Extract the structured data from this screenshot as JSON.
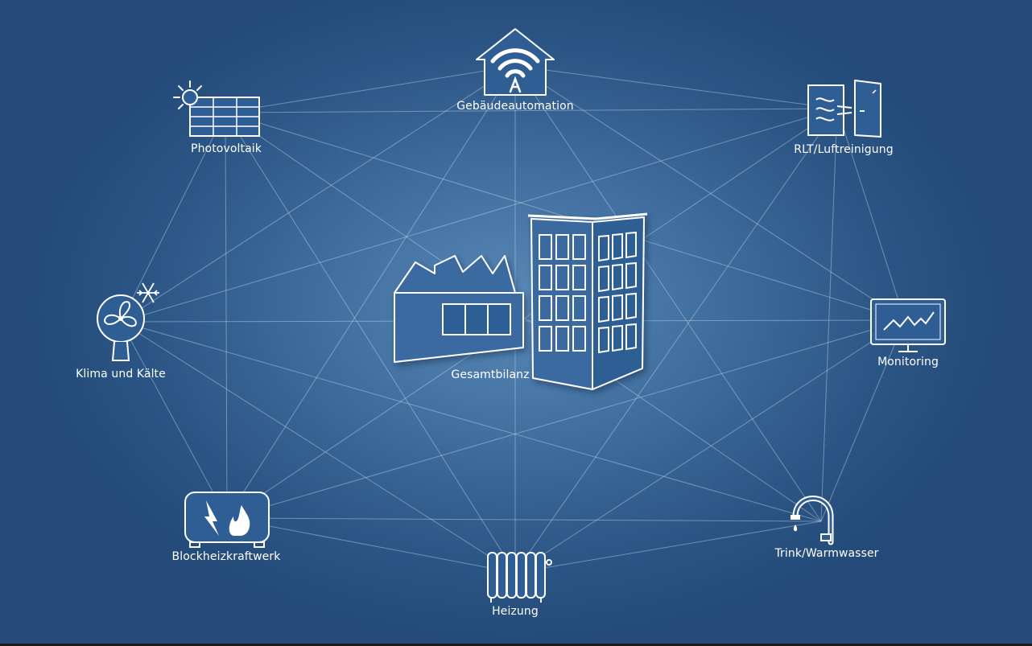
{
  "diagram": {
    "center_label": "Gesamtbilanz",
    "nodes": [
      {
        "id": "gebaeudeautomation",
        "label": "Gebäudeautomation",
        "icon": "wifi-house-icon"
      },
      {
        "id": "rlt",
        "label": "RLT/Luftreinigung",
        "icon": "ventilation-door-icon"
      },
      {
        "id": "monitoring",
        "label": "Monitoring",
        "icon": "monitor-chart-icon"
      },
      {
        "id": "trinkwasser",
        "label": "Trink/Warmwasser",
        "icon": "faucet-icon"
      },
      {
        "id": "heizung",
        "label": "Heizung",
        "icon": "radiator-icon"
      },
      {
        "id": "bhkw",
        "label": "Blockheizkraftwerk",
        "icon": "power-flame-icon"
      },
      {
        "id": "klima",
        "label": "Klima und Kälte",
        "icon": "fan-snowflake-icon"
      },
      {
        "id": "pv",
        "label": "Photovoltaik",
        "icon": "solar-panel-icon"
      }
    ],
    "colors": {
      "background": "#2b5585",
      "line": "#c9d7ea",
      "icon_fill": "#2f5e94",
      "stroke": "#ffffff"
    }
  }
}
